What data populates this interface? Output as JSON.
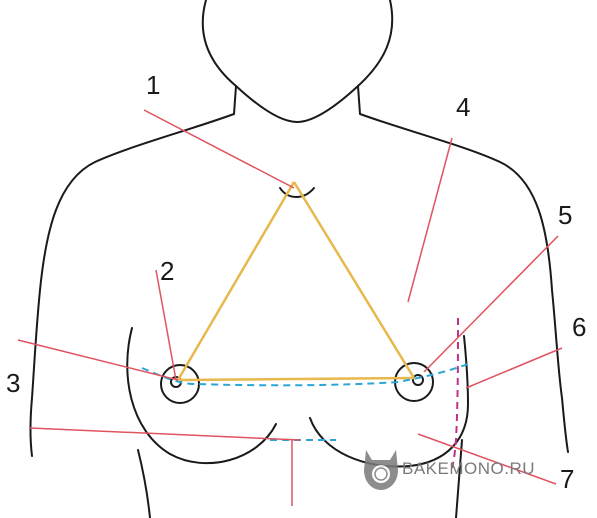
{
  "labels": {
    "n1": "1",
    "n2": "2",
    "n3": "3",
    "n4": "4",
    "n5": "5",
    "n6": "6",
    "n7": "7"
  },
  "watermark": {
    "text": "BAKEMONO.RU",
    "logo_icon": "cat-head-icon"
  },
  "colors": {
    "outline": "#1a1a1a",
    "leader_lines": "#e0535f",
    "triangle": "#e8b84a",
    "dashed_blue": "#2aa7d6",
    "dashed_magenta": "#c0308a",
    "watermark": "#7a7a7a"
  }
}
